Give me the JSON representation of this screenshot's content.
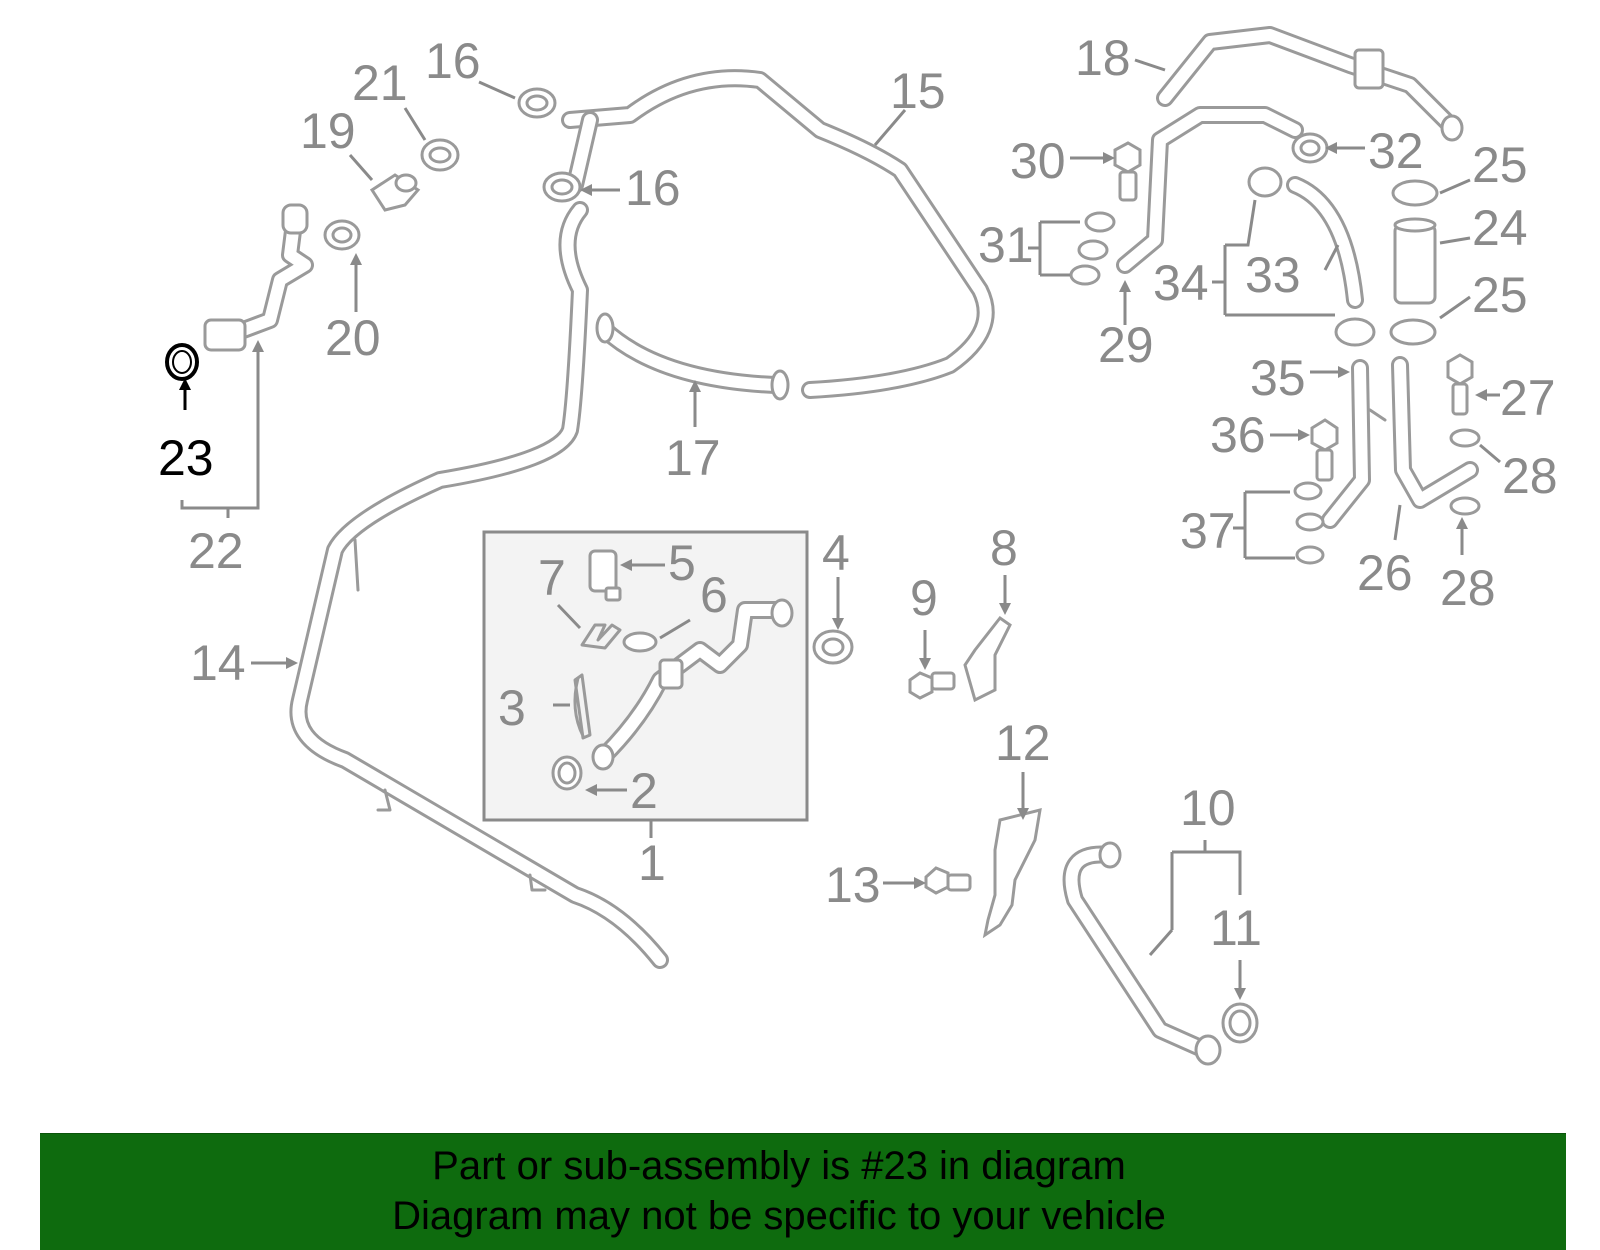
{
  "diagram": {
    "highlight_part": "23",
    "colors": {
      "part_line": "#9a9a9a",
      "label": "#8a8a8a",
      "highlight": "#000000",
      "banner_bg": "#0e6b0e",
      "inset_bg": "#f3f3f3"
    },
    "labels": {
      "p1": "1",
      "p2": "2",
      "p3": "3",
      "p4": "4",
      "p5": "5",
      "p6": "6",
      "p7": "7",
      "p8": "8",
      "p9": "9",
      "p10": "10",
      "p11": "11",
      "p12": "12",
      "p13": "13",
      "p14": "14",
      "p15": "15",
      "p16a": "16",
      "p16b": "16",
      "p17": "17",
      "p18": "18",
      "p19": "19",
      "p20": "20",
      "p21": "21",
      "p22": "22",
      "p23": "23",
      "p24": "24",
      "p25a": "25",
      "p25b": "25",
      "p26": "26",
      "p27": "27",
      "p28a": "28",
      "p28b": "28",
      "p29": "29",
      "p30": "30",
      "p31": "31",
      "p32": "32",
      "p33": "33",
      "p34": "34",
      "p35": "35",
      "p36": "36",
      "p37": "37"
    }
  },
  "banner": {
    "line1": "Part or sub-assembly is #23 in diagram",
    "line2": "Diagram may not be specific to your vehicle"
  }
}
